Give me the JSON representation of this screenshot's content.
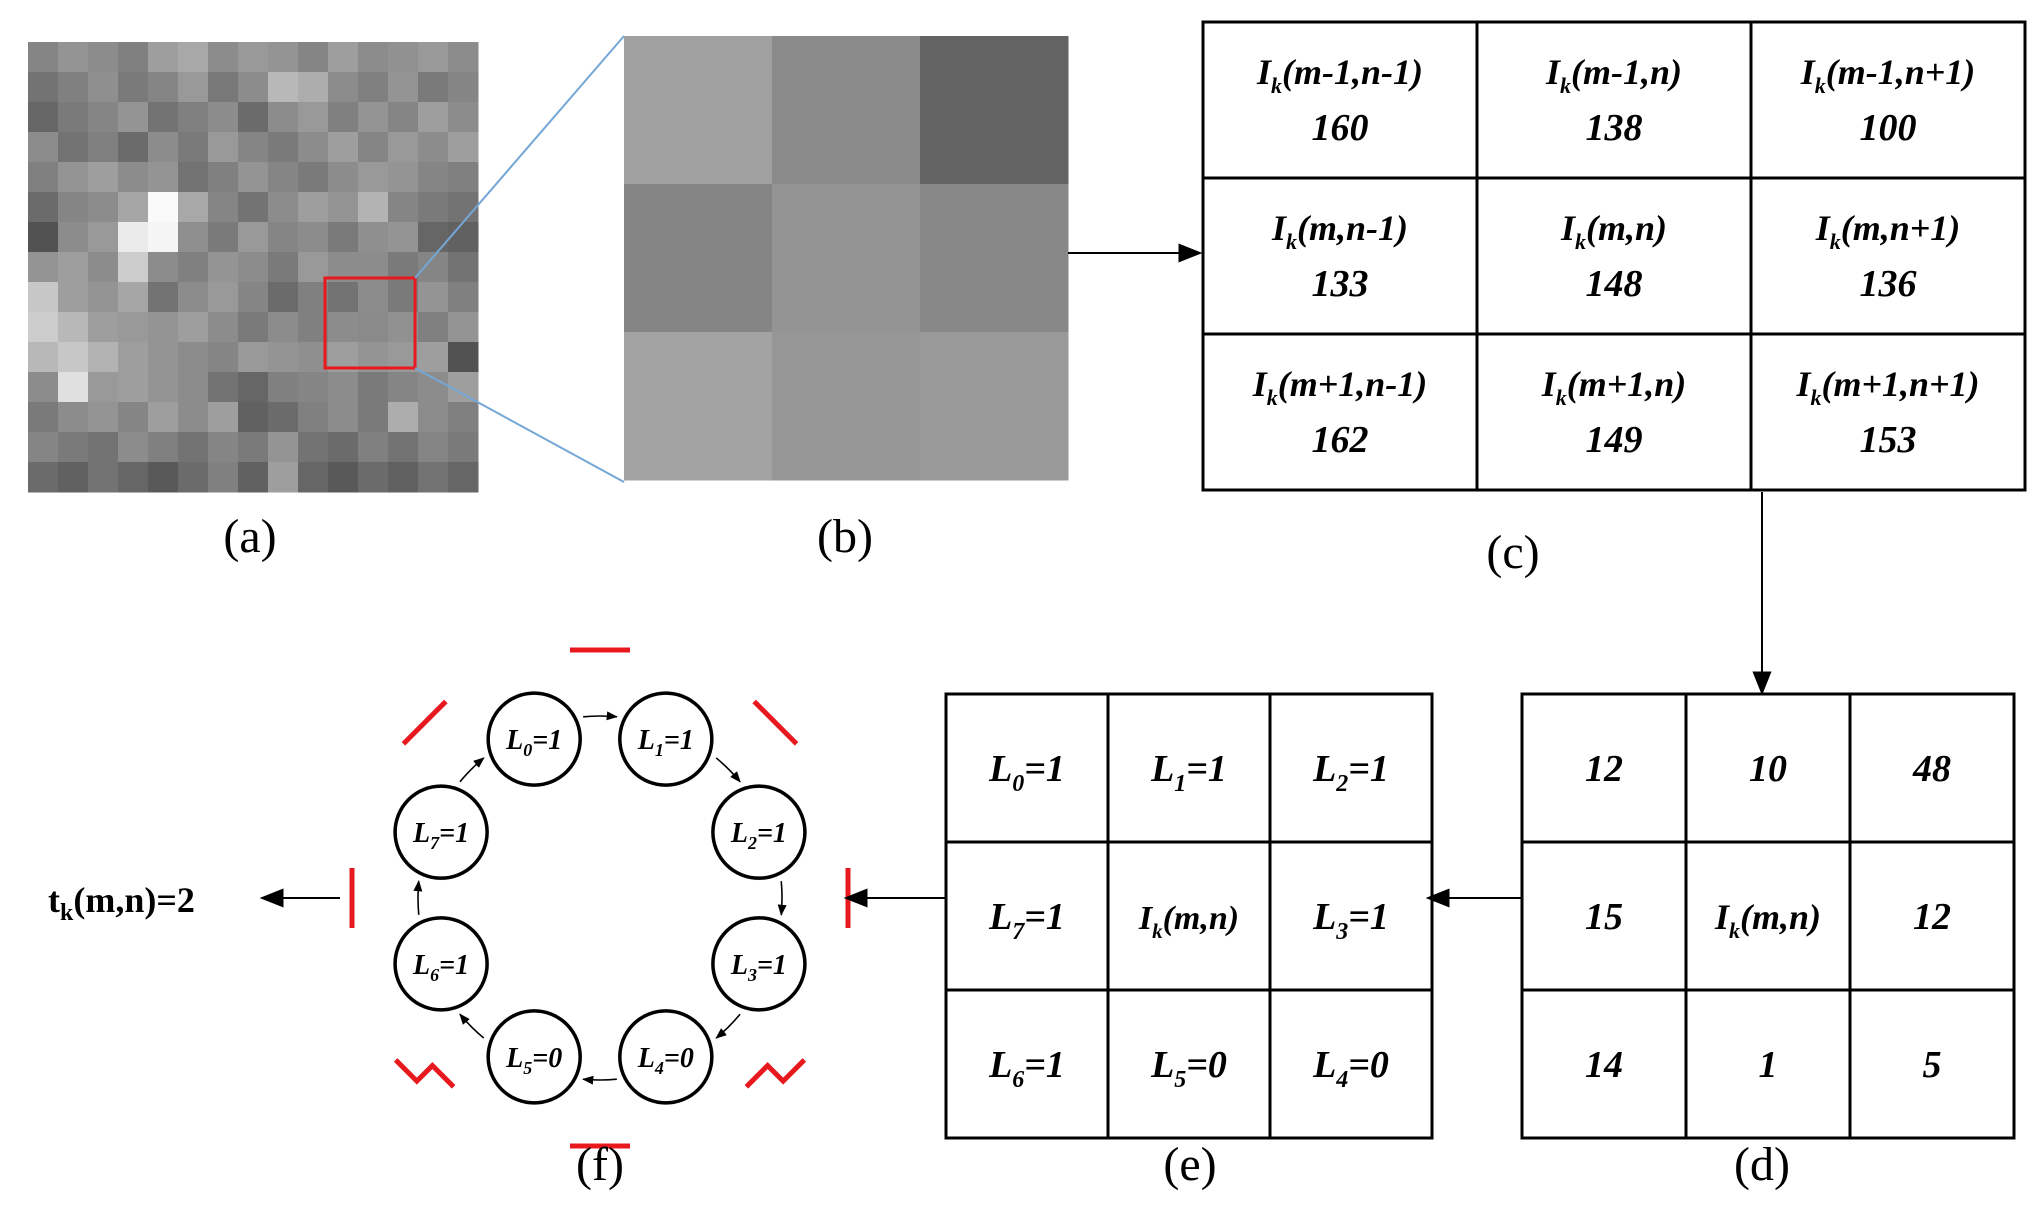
{
  "panel_labels": {
    "a": "(a)",
    "b": "(b)",
    "c": "(c)",
    "d": "(d)",
    "e": "(e)",
    "f": "(f)"
  },
  "panel_c": {
    "cells": [
      {
        "sym": "I",
        "sub": "k",
        "arg": "(m-1,n-1)",
        "value": "160"
      },
      {
        "sym": "I",
        "sub": "k",
        "arg": "(m-1,n)",
        "value": "138"
      },
      {
        "sym": "I",
        "sub": "k",
        "arg": "(m-1,n+1)",
        "value": "100"
      },
      {
        "sym": "I",
        "sub": "k",
        "arg": "(m,n-1)",
        "value": "133"
      },
      {
        "sym": "I",
        "sub": "k",
        "arg": "(m,n)",
        "value": "148"
      },
      {
        "sym": "I",
        "sub": "k",
        "arg": "(m,n+1)",
        "value": "136"
      },
      {
        "sym": "I",
        "sub": "k",
        "arg": "(m+1,n-1)",
        "value": "162"
      },
      {
        "sym": "I",
        "sub": "k",
        "arg": "(m+1,n)",
        "value": "149"
      },
      {
        "sym": "I",
        "sub": "k",
        "arg": "(m+1,n+1)",
        "value": "153"
      }
    ]
  },
  "panel_d": {
    "cells": [
      "12",
      "10",
      "48",
      "15",
      "",
      "12",
      "14",
      "1",
      "5"
    ],
    "center": {
      "sym": "I",
      "sub": "k",
      "arg": "(m,n)"
    }
  },
  "panel_e": {
    "cells": [
      {
        "sym": "L",
        "sub": "0",
        "val": "=1"
      },
      {
        "sym": "L",
        "sub": "1",
        "val": "=1"
      },
      {
        "sym": "L",
        "sub": "2",
        "val": "=1"
      },
      {
        "sym": "L",
        "sub": "7",
        "val": "=1"
      },
      null,
      {
        "sym": "L",
        "sub": "3",
        "val": "=1"
      },
      {
        "sym": "L",
        "sub": "6",
        "val": "=1"
      },
      {
        "sym": "L",
        "sub": "5",
        "val": "=0"
      },
      {
        "sym": "L",
        "sub": "4",
        "val": "=0"
      }
    ],
    "center": {
      "sym": "I",
      "sub": "k",
      "arg": "(m,n)"
    }
  },
  "panel_f": {
    "nodes": [
      {
        "sym": "L",
        "sub": "1",
        "val": "=1"
      },
      {
        "sym": "L",
        "sub": "2",
        "val": "=1"
      },
      {
        "sym": "L",
        "sub": "3",
        "val": "=1"
      },
      {
        "sym": "L",
        "sub": "4",
        "val": "=0"
      },
      {
        "sym": "L",
        "sub": "5",
        "val": "=0"
      },
      {
        "sym": "L",
        "sub": "6",
        "val": "=1"
      },
      {
        "sym": "L",
        "sub": "7",
        "val": "=1"
      },
      {
        "sym": "L",
        "sub": "0",
        "val": "=1"
      }
    ],
    "result": {
      "lhs": "t",
      "sub": "k",
      "arg": "(m,n)=2"
    }
  },
  "colors": {
    "highlight": "#e8191e",
    "zoom_line": "#74a7d6",
    "stroke": "#000000"
  },
  "image_a_gray_levels": [
    [
      0.52,
      0.58,
      0.55,
      0.5,
      0.62,
      0.66,
      0.55,
      0.6,
      0.58,
      0.52,
      0.62,
      0.55,
      0.57,
      0.6,
      0.55
    ],
    [
      0.45,
      0.5,
      0.56,
      0.48,
      0.52,
      0.6,
      0.47,
      0.55,
      0.72,
      0.68,
      0.55,
      0.5,
      0.58,
      0.48,
      0.52
    ],
    [
      0.4,
      0.48,
      0.52,
      0.58,
      0.45,
      0.5,
      0.55,
      0.42,
      0.55,
      0.6,
      0.5,
      0.58,
      0.52,
      0.62,
      0.55
    ],
    [
      0.55,
      0.45,
      0.5,
      0.42,
      0.55,
      0.48,
      0.6,
      0.52,
      0.48,
      0.55,
      0.62,
      0.52,
      0.6,
      0.55,
      0.62
    ],
    [
      0.5,
      0.58,
      0.62,
      0.55,
      0.58,
      0.45,
      0.5,
      0.58,
      0.52,
      0.48,
      0.55,
      0.6,
      0.58,
      0.52,
      0.5
    ],
    [
      0.42,
      0.52,
      0.55,
      0.65,
      0.98,
      0.66,
      0.52,
      0.45,
      0.55,
      0.62,
      0.58,
      0.7,
      0.52,
      0.48,
      0.45
    ],
    [
      0.32,
      0.55,
      0.6,
      0.92,
      0.96,
      0.56,
      0.48,
      0.6,
      0.52,
      0.55,
      0.48,
      0.56,
      0.58,
      0.4,
      0.38
    ],
    [
      0.58,
      0.62,
      0.55,
      0.8,
      0.55,
      0.5,
      0.58,
      0.55,
      0.48,
      0.6,
      0.55,
      0.55,
      0.48,
      0.52,
      0.45
    ],
    [
      0.78,
      0.62,
      0.58,
      0.65,
      0.45,
      0.55,
      0.6,
      0.52,
      0.42,
      0.5,
      0.45,
      0.55,
      0.48,
      0.58,
      0.5
    ],
    [
      0.8,
      0.72,
      0.62,
      0.6,
      0.58,
      0.62,
      0.55,
      0.48,
      0.55,
      0.5,
      0.55,
      0.54,
      0.57,
      0.5,
      0.58
    ],
    [
      0.72,
      0.78,
      0.7,
      0.62,
      0.58,
      0.55,
      0.52,
      0.6,
      0.58,
      0.56,
      0.62,
      0.58,
      0.6,
      0.62,
      0.32
    ],
    [
      0.55,
      0.88,
      0.6,
      0.62,
      0.58,
      0.55,
      0.45,
      0.4,
      0.5,
      0.52,
      0.55,
      0.48,
      0.52,
      0.55,
      0.62
    ],
    [
      0.48,
      0.55,
      0.58,
      0.52,
      0.62,
      0.55,
      0.62,
      0.38,
      0.42,
      0.5,
      0.55,
      0.48,
      0.68,
      0.55,
      0.5
    ],
    [
      0.52,
      0.48,
      0.45,
      0.55,
      0.5,
      0.45,
      0.52,
      0.48,
      0.58,
      0.45,
      0.42,
      0.5,
      0.45,
      0.52,
      0.48
    ],
    [
      0.42,
      0.38,
      0.45,
      0.4,
      0.35,
      0.42,
      0.5,
      0.38,
      0.62,
      0.4,
      0.35,
      0.42,
      0.38,
      0.45,
      0.4
    ]
  ],
  "image_b_gray_levels": [
    [
      0.63,
      0.54,
      0.39
    ],
    [
      0.52,
      0.58,
      0.53
    ],
    [
      0.64,
      0.59,
      0.6
    ]
  ]
}
